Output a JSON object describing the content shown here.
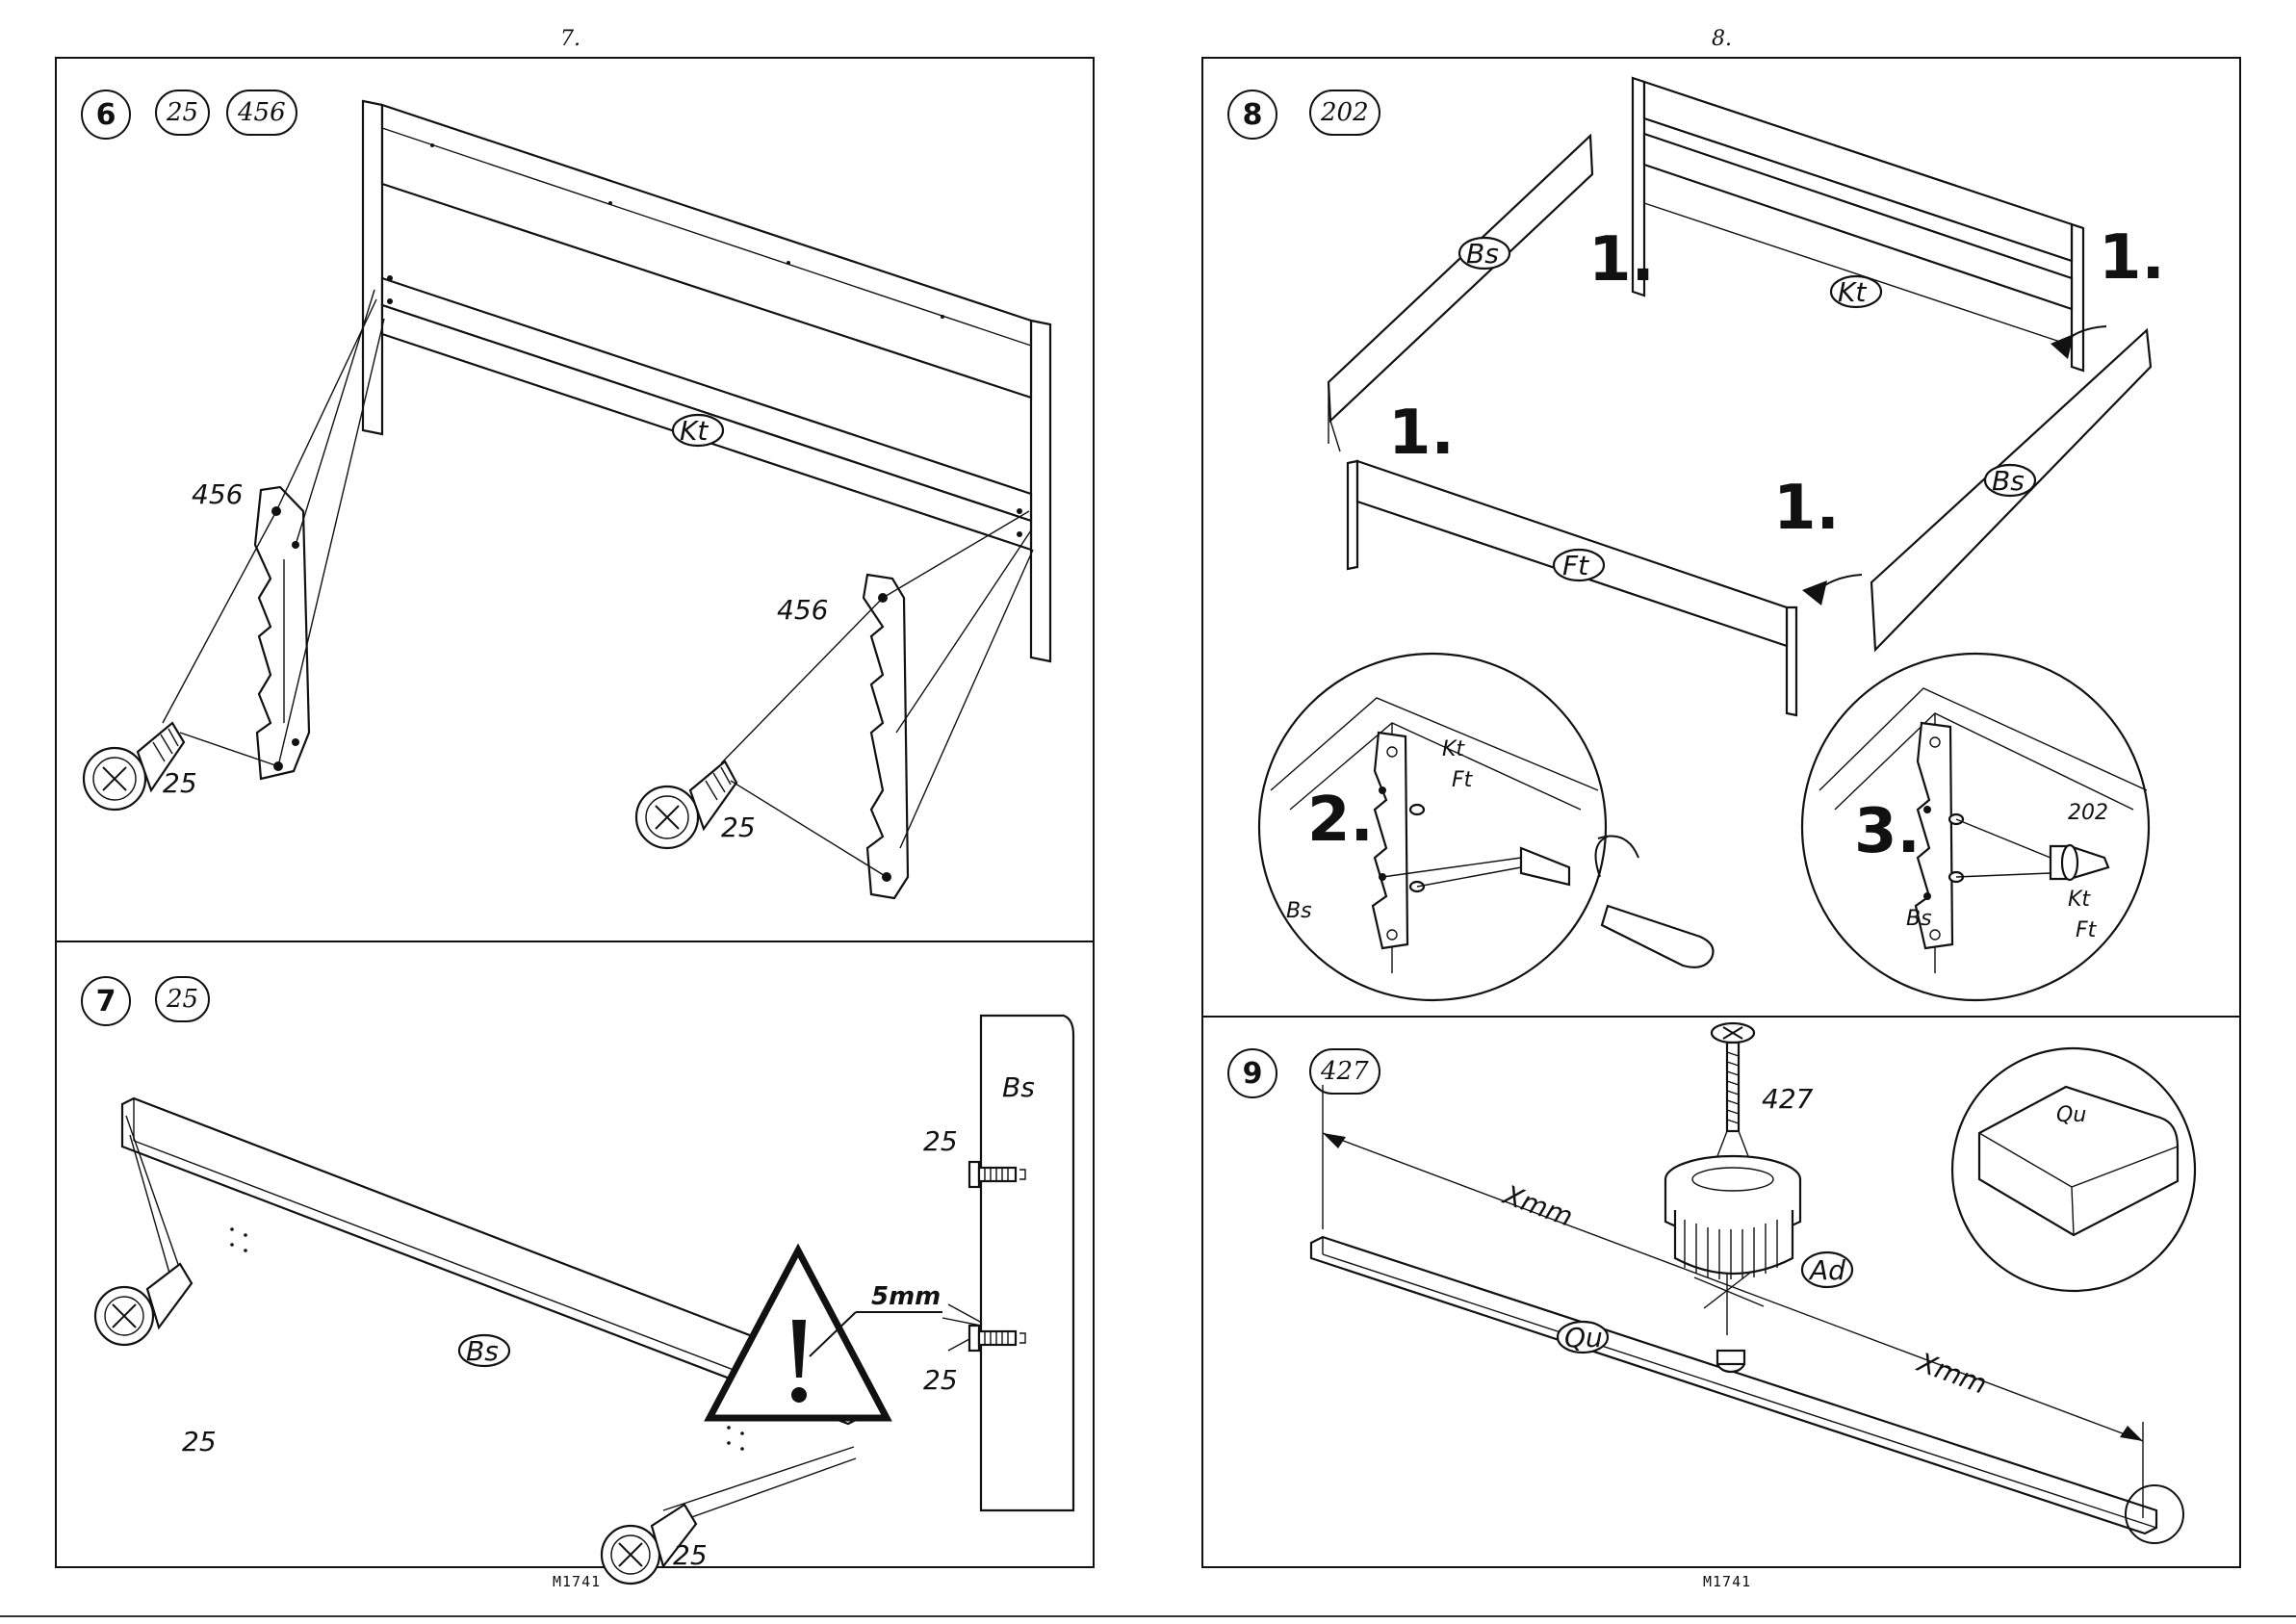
{
  "pages": [
    {
      "number": "7.",
      "footer": "M1741",
      "steps": [
        {
          "step": "6",
          "parts": [
            "25",
            "456"
          ],
          "labels": {
            "panel": "Kt",
            "bracket_left": "456",
            "bracket_right": "456",
            "screw_left": "25",
            "screw_right": "25"
          }
        },
        {
          "step": "7",
          "parts": [
            "25"
          ],
          "labels": {
            "board": "Bs",
            "side_board": "Bs",
            "screw_top": "25",
            "screw_bottom": "25",
            "screw_left": "25",
            "screw_right": "25",
            "gap": "5mm"
          }
        }
      ]
    },
    {
      "number": "8.",
      "footer": "M1741",
      "steps": [
        {
          "step": "8",
          "parts": [
            "202"
          ],
          "labels": {
            "side_left": "Bs",
            "side_right": "Bs",
            "head": "Kt",
            "foot": "Ft",
            "order_1a": "1.",
            "order_1b": "1.",
            "order_1c": "1.",
            "order_1d": "1.",
            "detail_2": "2.",
            "detail_3": "3.",
            "detail_2_kt": "Kt",
            "detail_2_ft": "Ft",
            "detail_2_bs": "Bs",
            "detail_3_kt": "Kt",
            "detail_3_ft": "Ft",
            "detail_3_bs": "Bs",
            "detail_3_screw": "202"
          }
        },
        {
          "step": "9",
          "parts": [
            "427"
          ],
          "labels": {
            "screw": "427",
            "adjuster": "Ad",
            "rail": "Qu",
            "rail_detail": "Qu",
            "dim_left": "Xmm",
            "dim_right": "Xmm"
          }
        }
      ]
    }
  ]
}
